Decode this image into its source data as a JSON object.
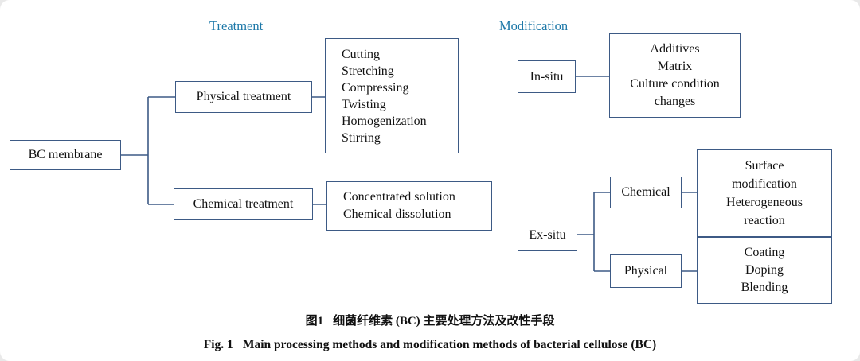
{
  "headers": {
    "treatment": "Treatment",
    "modification": "Modification"
  },
  "nodes": {
    "root": "BC membrane",
    "physical_treatment": "Physical treatment",
    "chemical_treatment": "Chemical treatment",
    "in_situ": "In-situ",
    "ex_situ": "Ex-situ",
    "ex_situ_chemical": "Chemical",
    "ex_situ_physical": "Physical"
  },
  "lists": {
    "physical_treatment": [
      "Cutting",
      "Stretching",
      "Compressing",
      "Twisting",
      "Homogenization",
      "Stirring"
    ],
    "chemical_treatment": [
      "Concentrated solution",
      "Chemical dissolution"
    ],
    "in_situ": [
      "Additives",
      "Matrix",
      "Culture condition changes"
    ],
    "ex_situ_chemical": [
      "Surface modification",
      "Heterogeneous reaction"
    ],
    "ex_situ_physical": [
      "Coating",
      "Doping",
      "Blending"
    ]
  },
  "caption": {
    "zh_prefix": "图1",
    "zh_text": "细菌纤维素 (BC) 主要处理方法及改性手段",
    "en_prefix": "Fig. 1",
    "en_text": "Main processing methods and modification methods of bacterial cellulose (BC)"
  },
  "colors": {
    "box_border": "#3d5a85",
    "connector": "#3d5a85",
    "header_text": "#1d78a8",
    "text": "#111111",
    "canvas_bg": "#ffffff"
  }
}
